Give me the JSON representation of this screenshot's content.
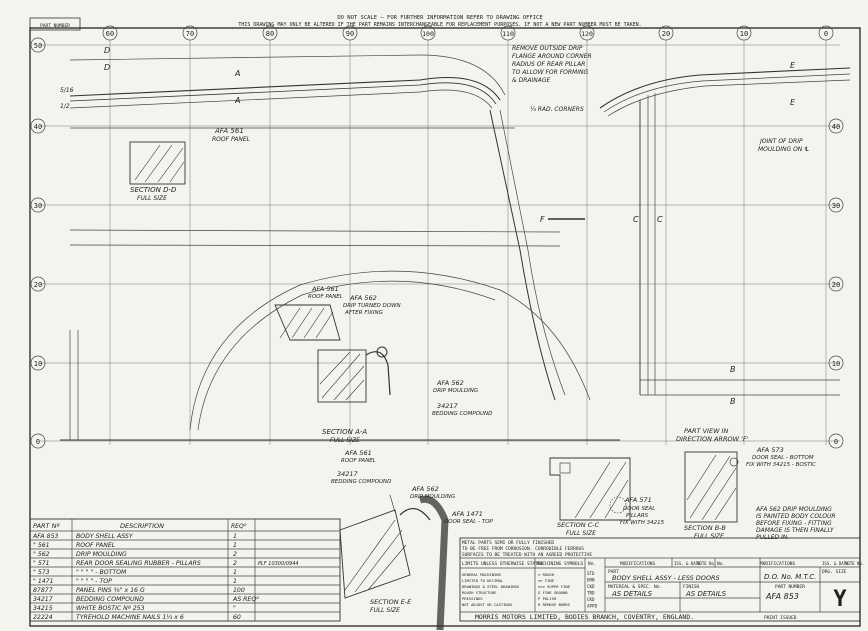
{
  "header": {
    "line1": "DO NOT SCALE — FOR FURTHER INFORMATION REFER TO DRAWING OFFICE",
    "line2": "THIS DRAWING MAY ONLY BE ALTERED IF THE PART REMAINS INTERCHANGEABLE FOR REPLACEMENT PURPOSES. IF NOT A NEW PART NUMBER MUST BE TAKEN."
  },
  "part_number_box": "PART NUMBER",
  "grid_top": [
    "60",
    "70",
    "80",
    "90",
    "100",
    "110",
    "120",
    "20",
    "10",
    "0"
  ],
  "grid_left": [
    "50",
    "40",
    "30",
    "20",
    "10",
    "0"
  ],
  "grid_right": [
    "40",
    "30",
    "20",
    "10",
    "0"
  ],
  "labels": {
    "roof_panel_top": "AFA 561",
    "roof_panel_top_sub": "ROOF PANEL",
    "section_dd": "SECTION D-D",
    "section_dd_sub": "FULL SIZE",
    "drip_note_1": "REMOVE OUTSIDE DRIP",
    "drip_note_2": "FLANGE AROUND CORNER",
    "drip_note_3": "RADIUS OF REAR PILLAR",
    "drip_note_4": "TO ALLOW FOR FORMING",
    "drip_note_5": "& DRAINAGE",
    "rad_corners": "¼ RAD. CORNERS",
    "joint_drip_1": "JOINT OF DRIP",
    "joint_drip_2": "MOULDING ON ℄",
    "part_view_1": "PART VIEW IN",
    "part_view_2": "DIRECTION ARROW 'F'",
    "mark_a": "A",
    "mark_b": "B",
    "mark_c": "C",
    "mark_d": "D",
    "mark_e": "E",
    "mark_f": "F",
    "dim_5_16": "5/16",
    "dim_1_2": "1/2",
    "afa561_mid": "AFA 561",
    "afa561_mid_sub": "ROOF PANEL",
    "afa562_mid": "AFA 562",
    "afa562_mid_sub1": "DRIP TURNED DOWN",
    "afa562_mid_sub2": "AFTER FIXING",
    "afa562_b": "AFA 562",
    "afa562_b_sub": "DRIP MOULDING",
    "bedding_a": "34217",
    "bedding_a_sub": "BEDDING COMPOUND",
    "section_aa": "SECTION A-A",
    "section_aa_sub": "FULL SIZE",
    "afa561_low": "AFA 561",
    "afa561_low_sub": "ROOF PANEL",
    "bedding_low": "34217",
    "bedding_low_sub": "BEDDING COMPOUND",
    "afa562_low": "AFA 562",
    "afa562_low_sub": "DRIP MOULDING",
    "afa1471": "AFA 1471",
    "afa1471_sub": "DOOR SEAL - TOP",
    "afa571": "AFA 571",
    "afa571_sub1": "DOOR SEAL",
    "afa571_sub2": "PILLARS",
    "afa571_sub3": "FIX WITH 34215",
    "section_cc": "SECTION C-C",
    "section_cc_sub": "FULL SIZE",
    "section_bb": "SECTION B-B",
    "section_bb_sub": "FULL SIZE",
    "afa573": "AFA 573",
    "afa573_sub1": "DOOR SEAL - BOTTOM",
    "afa573_sub2": "FIX WITH 34215 - BOSTIC",
    "section_ee": "SECTION E-E",
    "section_ee_sub": "FULL SIZE",
    "drip_paint_1": "AFA 562 DRIP MOULDING",
    "drip_paint_2": "IS PAINTED BODY COLOUR",
    "drip_paint_3": "BEFORE FIXING - FITTING",
    "drip_paint_4": "DAMAGE IS THEN FINALLY",
    "drip_paint_5": "PULLED IN."
  },
  "parts_table": {
    "headers": {
      "part_no": "PART Nº",
      "description": "DESCRIPTION",
      "reqd": "REQᴰ"
    },
    "rows": [
      {
        "part": "AFA 853",
        "desc": "BODY SHELL ASSY",
        "qty": "1",
        "note": ""
      },
      {
        "part": "\" 561",
        "desc": "ROOF PANEL",
        "qty": "1",
        "note": ""
      },
      {
        "part": "\" 562",
        "desc": "DRIP MOULDING",
        "qty": "2",
        "note": ""
      },
      {
        "part": "\" 571",
        "desc": "REAR DOOR SEALING RUBBER - PILLARS",
        "qty": "2",
        "note": "PLF 10300/0944"
      },
      {
        "part": "\" 573",
        "desc": "\"       \"     \"        \"   - BOTTOM",
        "qty": "1",
        "note": ""
      },
      {
        "part": "\" 1471",
        "desc": "\"       \"     \"        \"   - TOP",
        "qty": "1",
        "note": ""
      },
      {
        "part": "87877",
        "desc": "PANEL PINS  ⅜\" x 16 G",
        "qty": "100",
        "note": ""
      },
      {
        "part": "34217",
        "desc": "BEDDING COMPOUND",
        "qty": "AS REQᴰ",
        "note": ""
      },
      {
        "part": "34215",
        "desc": "WHITE BOSTIC  Nº 253",
        "qty": "\"",
        "note": ""
      },
      {
        "part": "22224",
        "desc": "TYREHOLD MACHINE NAILS 1¼ x 6",
        "qty": "60",
        "note": ""
      }
    ]
  },
  "title_block": {
    "finish_note_1": "METAL PARTS SEMI OR FULLY FINISHED",
    "finish_note_2": "TO BE FREE FROM CORROSION. CORRODIBLE FERROUS",
    "finish_note_3": "SURFACES TO BE TREATED WITH AN AGREED PROTECTIVE",
    "limits": "LIMITS UNLESS OTHERWISE STATED",
    "machining": "MACHINING SYMBOLS",
    "no_col": "No.",
    "modifications": "MODIFICATIONS",
    "iss_date": "ISS. & DATE",
    "note_no": "NOTE No.",
    "part_label": "PART",
    "part_name": "BODY SHELL ASSY - LESS DOORS",
    "material_label": "MATERIAL & SPEC. No.",
    "material_value": "AS DETAILS",
    "finish_label": "FINISH",
    "finish_value": "AS DETAILS",
    "do_no": "D.O. No. M.T.C.",
    "part_number_label": "PART NUMBER",
    "part_number": "AFA 853",
    "drg_size": "DRG. SIZE",
    "drg_letter": "Y",
    "print_issued": "PRINT ISSUED",
    "company": "MORRIS  MOTORS  LIMITED,  BODIES  BRANCH,  COVENTRY,  ENGLAND.",
    "sig_rows": [
      "STD",
      "DRN",
      "CKD",
      "TRD",
      "CKD",
      "APPD"
    ]
  }
}
